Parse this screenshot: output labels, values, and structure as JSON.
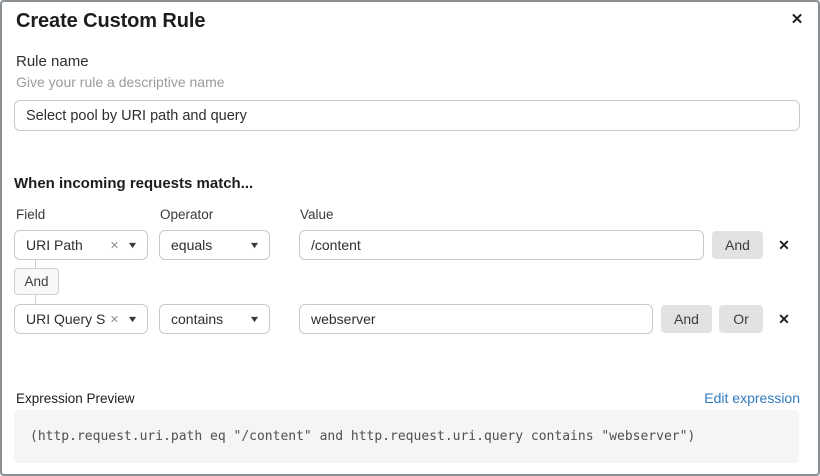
{
  "dialog": {
    "title": "Create Custom Rule"
  },
  "icons": {
    "close": "✕",
    "clear": "✕",
    "chevron_down": "▼"
  },
  "rule_name": {
    "label": "Rule name",
    "helper": "Give your rule a descriptive name",
    "value": "Select pool by URI path and query"
  },
  "match": {
    "heading": "When incoming requests match...",
    "columns": {
      "field": "Field",
      "operator": "Operator",
      "value": "Value"
    },
    "rows": [
      {
        "field": "URI Path",
        "operator": "equals",
        "value": "/content",
        "buttons": [
          "And"
        ]
      },
      {
        "field": "URI Query St...",
        "operator": "contains",
        "value": "webserver",
        "buttons": [
          "And",
          "Or"
        ]
      }
    ],
    "connector": "And"
  },
  "expression": {
    "label": "Expression Preview",
    "edit_link": "Edit expression",
    "preview": "(http.request.uri.path eq \"/content\" and http.request.uri.query contains \"webserver\")"
  },
  "colors": {
    "link_blue": "#2f7bbf",
    "logic_button_bg": "#e2e2e4",
    "code_bg": "#f5f5f6",
    "input_border": "#c9c9cd"
  }
}
